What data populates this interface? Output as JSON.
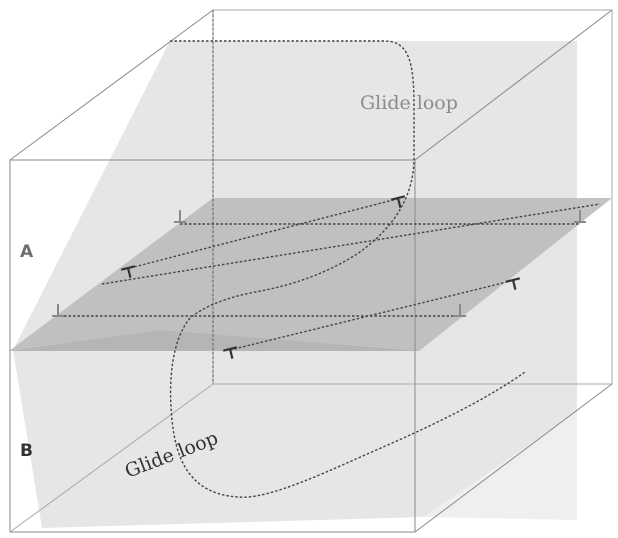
{
  "labels": {
    "upper_loop": "Glide loop",
    "lower_loop": "Glide loop",
    "region_a": "A",
    "region_b": "B"
  },
  "colors": {
    "box_edge": "#8a8a8a",
    "slip_plane": "#e0e0e0",
    "horizontal_plane": "#b9b9b9",
    "dislocation_line": "#444444",
    "loop_label": "#8c8c8c",
    "region_label": "#6f6f6f",
    "lower_label": "#333333"
  }
}
